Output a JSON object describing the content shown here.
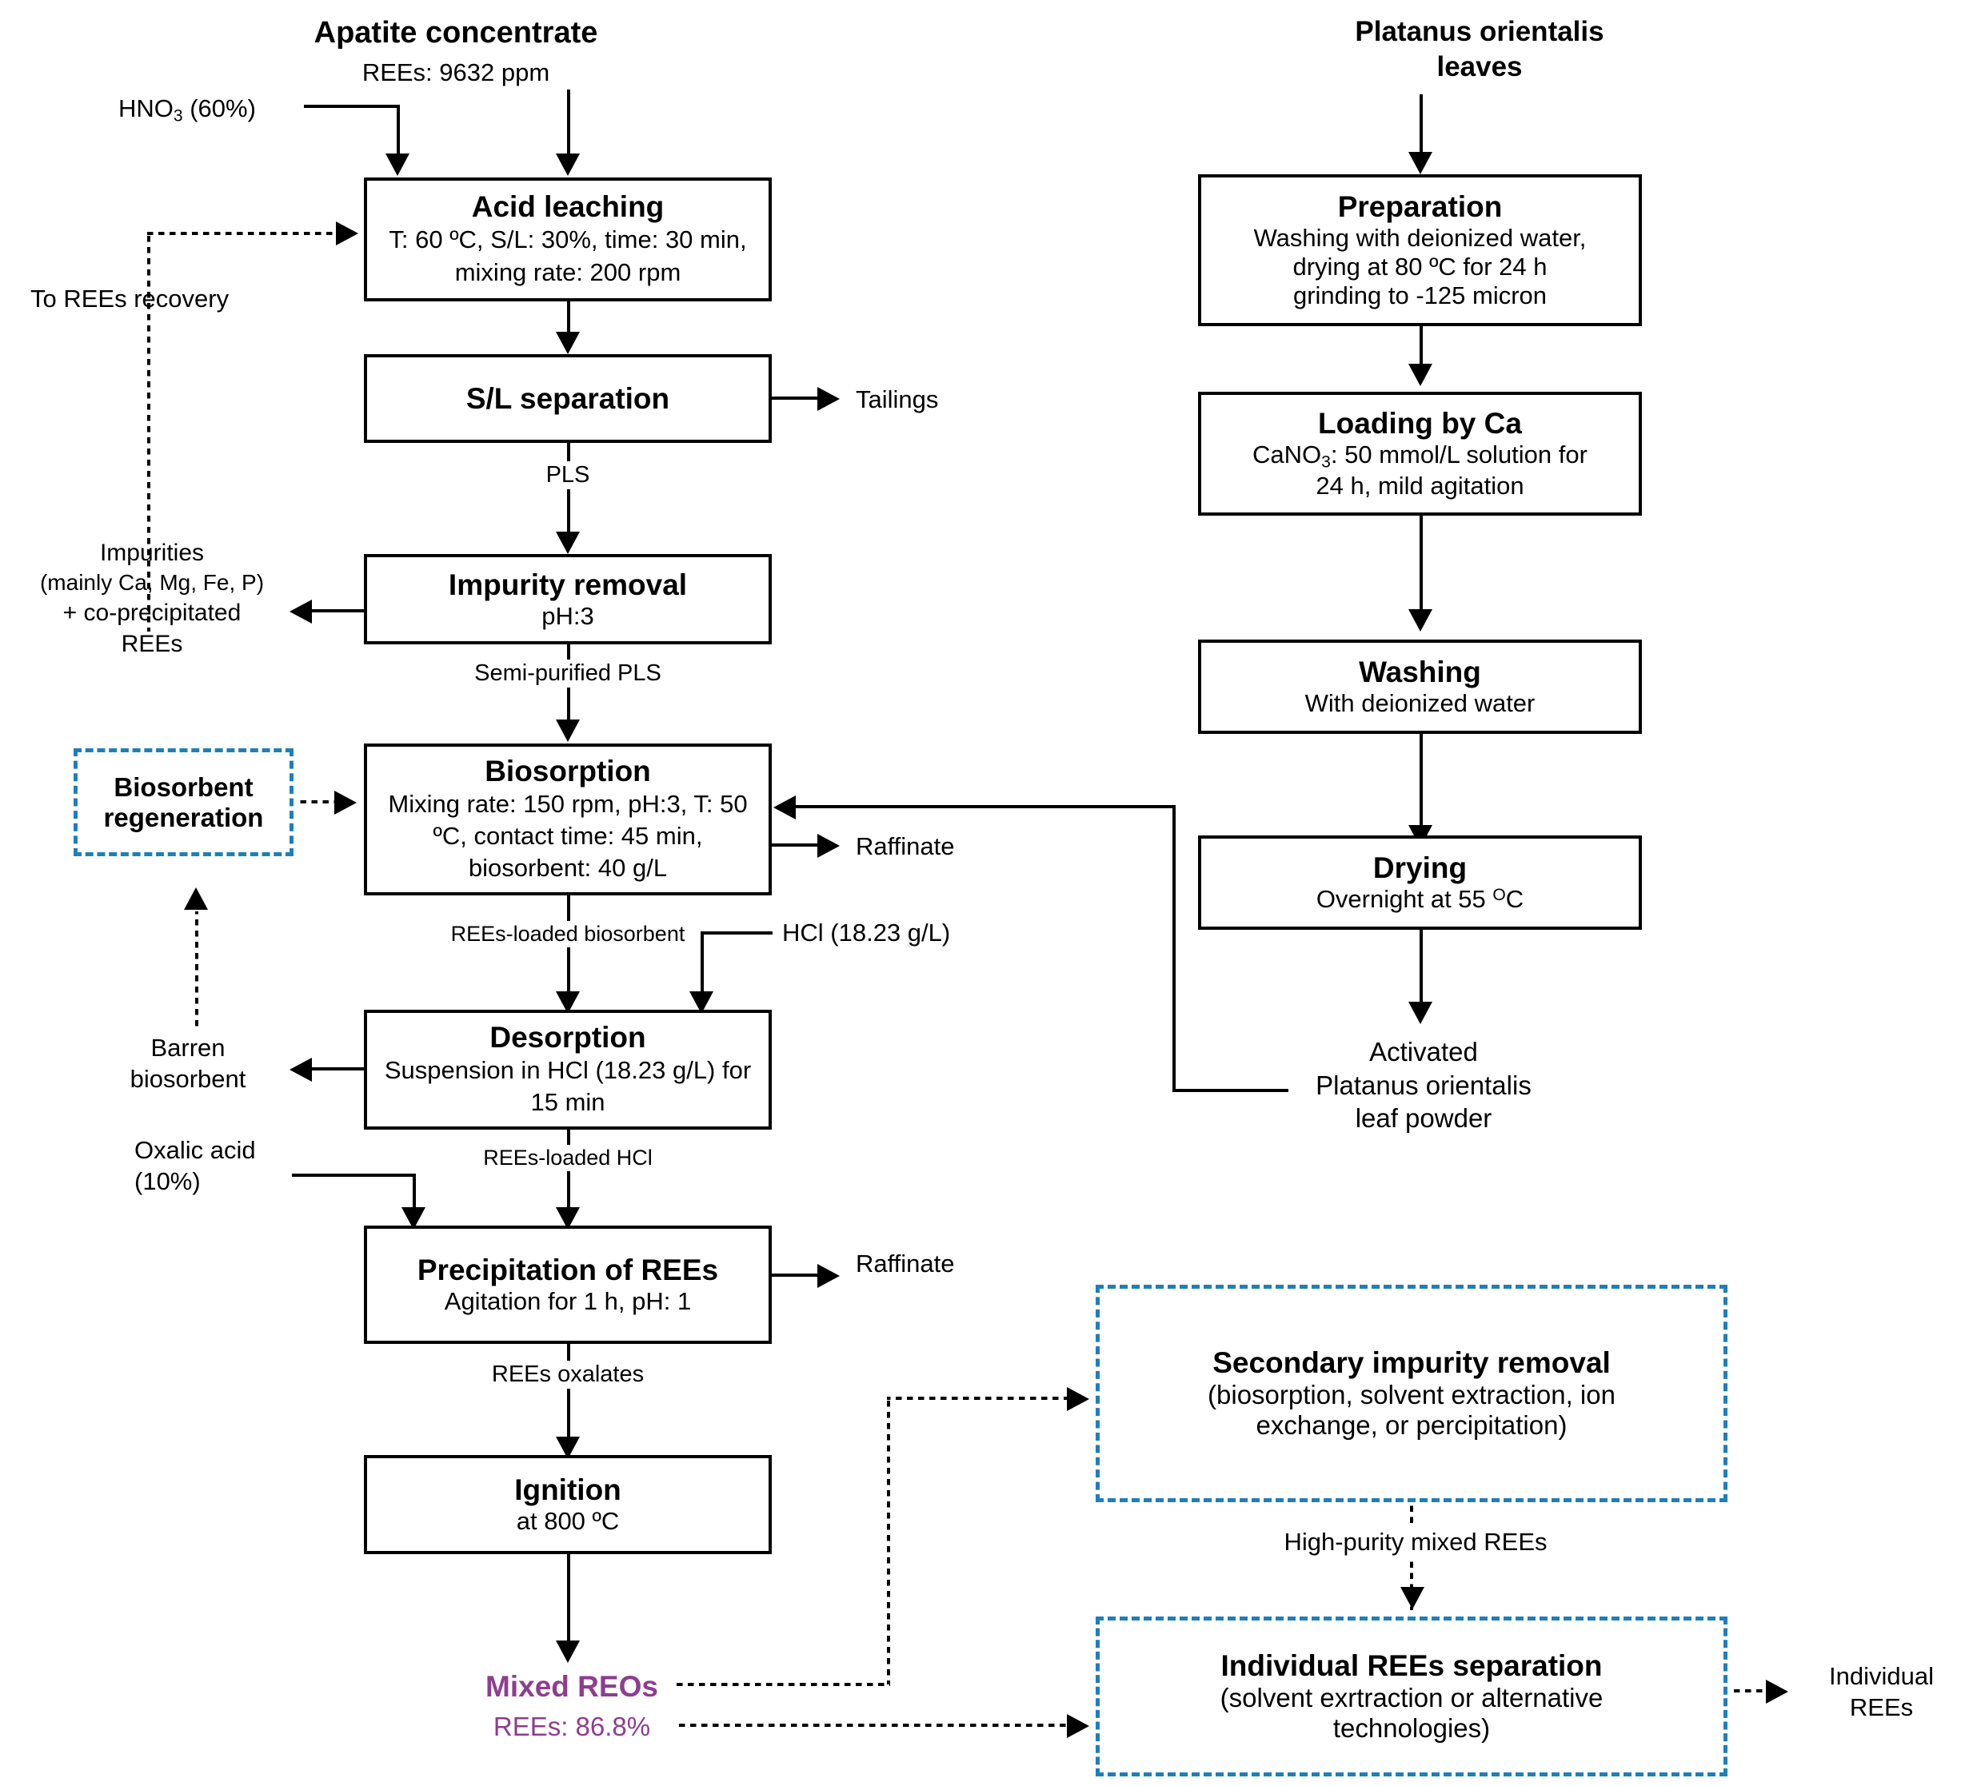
{
  "diagram": {
    "type": "process-flowsheet",
    "accent_dashed_color": "#1f7fb8",
    "accent_product_color": "#8e3d8e"
  },
  "left_stream": {
    "feed_title": "Apatite concentrate",
    "feed_sub": "REEs: 9632 ppm",
    "reagent_hno3": "HNO",
    "reagent_hno3_sub": "3",
    "reagent_hno3_tail": " (60%)",
    "to_rees_recovery": "To REEs recovery",
    "boxes": [
      {
        "title": "Acid leaching",
        "body": "T: 60 ºC, S/L: 30%, time: 30 min, mixing rate: 200 rpm"
      },
      {
        "title": "S/L separation",
        "body": ""
      },
      {
        "title": "Impurity removal",
        "body": "pH:3"
      },
      {
        "title": "Biosorption",
        "body": "Mixing rate: 150 rpm, pH:3, T: 50 ºC, contact time: 45 min, biosorbent: 40 g/L"
      },
      {
        "title": "Desorption",
        "body": "Suspension in HCl (18.23 g/L) for 15 min"
      },
      {
        "title": "Precipitation of REEs",
        "body": "Agitation for 1 h, pH: 1"
      },
      {
        "title": "Ignition",
        "body": "at 800 ºC"
      }
    ],
    "stream_labels": {
      "pls": "PLS",
      "semi_purified_pls": "Semi-purified PLS",
      "rees_loaded_biosorbent": "REEs-loaded biosorbent",
      "rees_loaded_hcl": "REEs-loaded HCl",
      "rees_oxalates": "REEs oxalates"
    },
    "side_outputs": {
      "tailings": "Tailings",
      "impurities": "Impurities\n(mainly Ca, Mg, Fe, P)\n+ co-precipitated\nREEs",
      "impurities_l1": "Impurities",
      "impurities_l2": "(mainly Ca, Mg, Fe, P)",
      "impurities_l3": "+ co-precipitated",
      "impurities_l4": "REEs",
      "raffinate_biosorption": "Raffinate",
      "barren_biosorbent_l1": "Barren",
      "barren_biosorbent_l2": "biosorbent",
      "raffinate_precipitation": "Raffinate"
    },
    "reagents": {
      "hcl": "HCl (18.23 g/L)",
      "oxalic_l1": "Oxalic acid",
      "oxalic_l2": "(10%)"
    },
    "regeneration_box": {
      "line1": "Biosorbent",
      "line2": "regeneration"
    },
    "product": {
      "name": "Mixed REOs",
      "value": "REEs: 86.8%"
    }
  },
  "right_stream": {
    "feed_title_l1": "Platanus orientalis",
    "feed_title_l2": "leaves",
    "boxes": [
      {
        "title": "Preparation",
        "body_l1": "Washing with deionized water,",
        "body_l2": "drying at 80 ºC for 24 h",
        "body_l3": "grinding to -125 micron"
      },
      {
        "title": "Loading by Ca",
        "body_l1": "CaNO",
        "body_sub": "3",
        "body_l1b": ": 50 mmol/L solution for",
        "body_l2": "24 h, mild agitation"
      },
      {
        "title": "Washing",
        "body_l1": "With deionized water"
      },
      {
        "title": "Drying",
        "body_l1": "Overnight at 55 ",
        "body_sup": "O",
        "body_l1b": "C"
      }
    ],
    "product": {
      "l1": "Activated",
      "l2": "Platanus orientalis",
      "l3": "leaf powder"
    }
  },
  "downstream": {
    "secondary": {
      "title": "Secondary impurity removal",
      "body_l1": "(biosorption, solvent extraction, ion",
      "body_l2": "exchange, or percipitation)"
    },
    "link_label": "High-purity mixed REEs",
    "individual": {
      "title": "Individual REEs separation",
      "body_l1": "(solvent exrtraction or alternative",
      "body_l2": "technologies)"
    },
    "final_product_l1": "Individual",
    "final_product_l2": "REEs"
  }
}
